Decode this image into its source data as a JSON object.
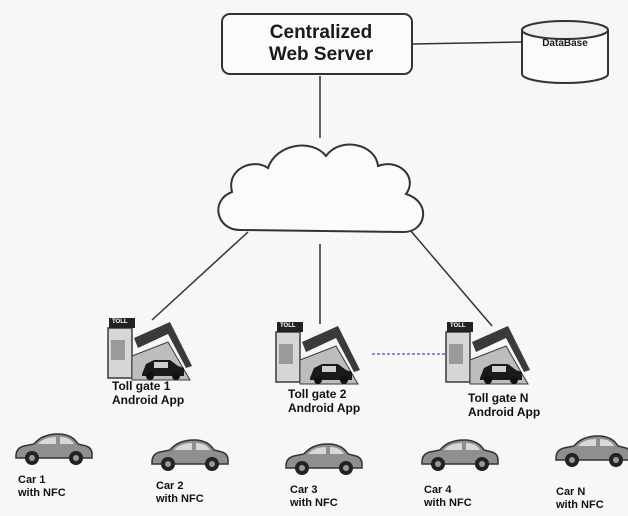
{
  "server": {
    "line1": "Centralized",
    "line2": "Web Server"
  },
  "database": {
    "label": "DataBase"
  },
  "gates": [
    {
      "line1": "Toll gate 1",
      "line2": "Android App",
      "sign": "TOLL"
    },
    {
      "line1": "Toll gate 2",
      "line2": "Android App",
      "sign": "TOLL"
    },
    {
      "line1": "Toll gate N",
      "line2": "Android App",
      "sign": "TOLL"
    }
  ],
  "cars": [
    {
      "line1": "Car 1",
      "line2": "with NFC"
    },
    {
      "line1": "Car 2",
      "line2": "with NFC"
    },
    {
      "line1": "Car 3",
      "line2": "with NFC"
    },
    {
      "line1": "Car 4",
      "line2": "with NFC"
    },
    {
      "line1": "Car N",
      "line2": "with NFC"
    }
  ],
  "icons": {
    "cloud": "cloud-icon",
    "database": "database-icon",
    "toll_booth": "toll-booth-icon",
    "car": "car-icon"
  },
  "colors": {
    "line": "#333333",
    "gate_link": "#6a6ad0",
    "car_body": "#8f8f8f"
  }
}
